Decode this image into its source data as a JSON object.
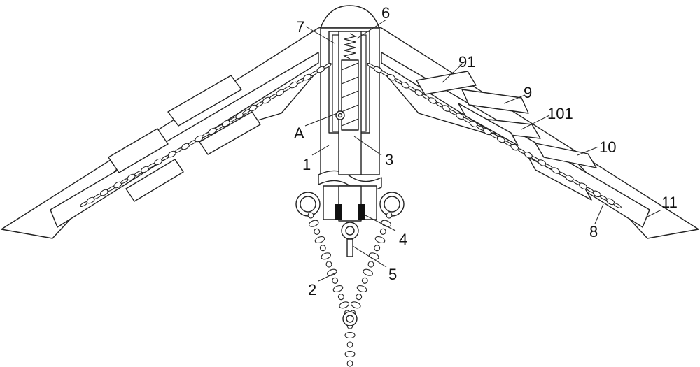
{
  "diagram": {
    "labels": {
      "l1": "1",
      "l2": "2",
      "l3": "3",
      "l4": "4",
      "l5": "5",
      "l6": "6",
      "l7": "7",
      "l8": "8",
      "l9": "9",
      "l10": "10",
      "l11": "11",
      "l91": "91",
      "l101": "101",
      "lA": "A"
    }
  }
}
